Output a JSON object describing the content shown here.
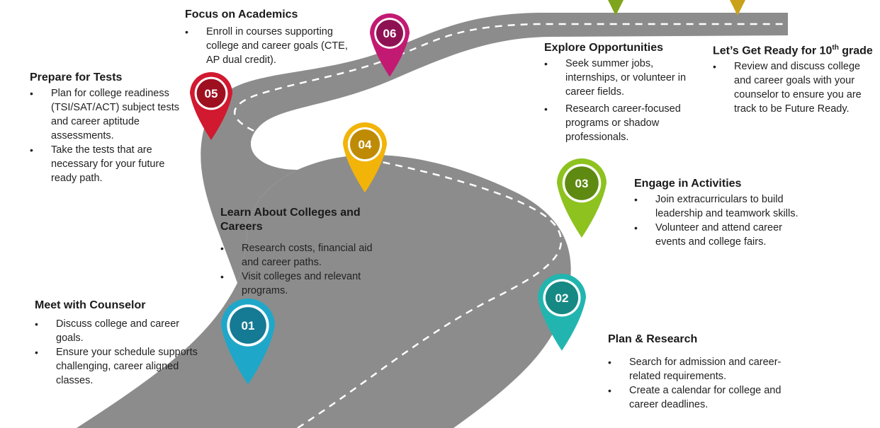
{
  "steps": [
    {
      "number": "01",
      "title": "Meet with Counselor",
      "bullets": [
        "Discuss college and career goals.",
        "Ensure your schedule supports challenging, career aligned classes."
      ],
      "color": "#1FA7C9",
      "dark": "#157A93"
    },
    {
      "number": "02",
      "title": "Plan & Research",
      "bullets": [
        "Search for admission and career-related requirements.",
        "Create a calendar for college and career deadlines."
      ],
      "color": "#22B5B0",
      "dark": "#168984"
    },
    {
      "number": "03",
      "title": "Engage in Activities",
      "bullets": [
        "Join extracurriculars to build leadership and teamwork skills.",
        "Volunteer and attend career events and college fairs."
      ],
      "color": "#8DC21F",
      "dark": "#5E8A12"
    },
    {
      "number": "04",
      "title": "Learn About Colleges and Careers",
      "bullets": [
        "Research costs, financial aid and career paths.",
        "Visit colleges and relevant programs."
      ],
      "color": "#F2B409",
      "dark": "#BF8B05"
    },
    {
      "number": "05",
      "title": "Prepare for Tests",
      "bullets": [
        "Plan for college readiness (TSI/SAT/ACT) subject tests and career aptitude assessments.",
        "Take the tests that are necessary for your future ready path."
      ],
      "color": "#D1192F",
      "dark": "#9E1020"
    },
    {
      "number": "06",
      "title": "Focus on Academics",
      "bullets": [
        "Enroll in courses supporting college and career goals (CTE, AP dual credit)."
      ],
      "color": "#C21A72",
      "dark": "#8E1253"
    },
    {
      "number": "",
      "title": "Explore Opportunities",
      "bullets": [
        "Seek summer jobs, internships, or volunteer in career fields.",
        "Research career-focused programs or shadow professionals."
      ],
      "color": "#7FA51C",
      "dark": "#5E7A12"
    },
    {
      "number": "",
      "title_main": "Let’s Get Ready for 10",
      "title_sup": "th",
      "title_end": " grade",
      "bullets": [
        "Review and discuss college and career goals with your counselor to ensure you are track to be Future Ready."
      ],
      "color": "#C9A21A",
      "dark": "#9A7A10"
    }
  ],
  "road": {
    "color": "#8C8C8C",
    "line_color": "#FFFFFF"
  }
}
